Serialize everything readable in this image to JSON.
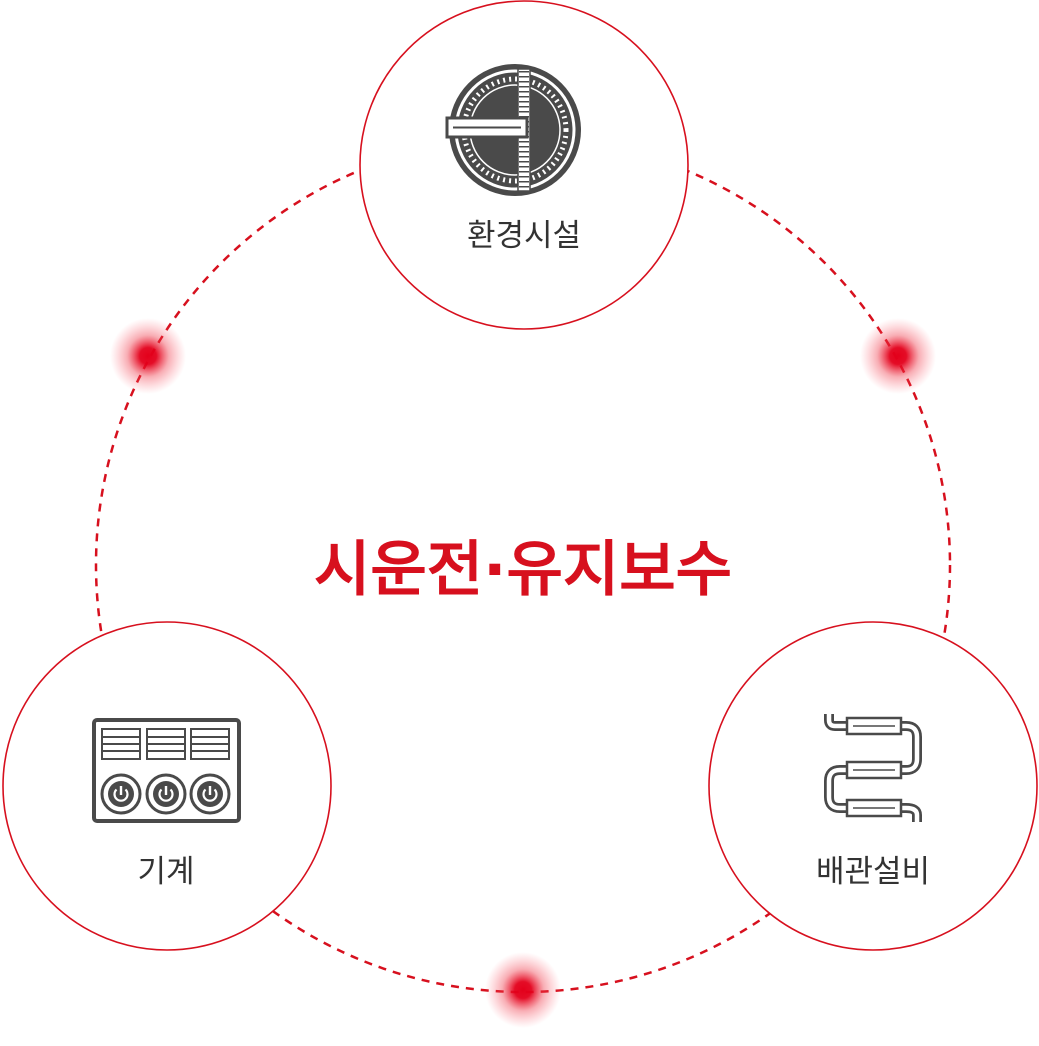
{
  "diagram": {
    "center_title": "시운전·유지보수",
    "nodes": {
      "top": {
        "label": "환경시설",
        "icon": "clarifier-tank-icon"
      },
      "left": {
        "label": "기계",
        "icon": "control-panel-icon"
      },
      "right": {
        "label": "배관설비",
        "icon": "piping-icon"
      }
    }
  },
  "colors": {
    "accent": "#d7101e",
    "icon": "#4a4a4a",
    "label_text": "#333333",
    "background": "#ffffff"
  }
}
